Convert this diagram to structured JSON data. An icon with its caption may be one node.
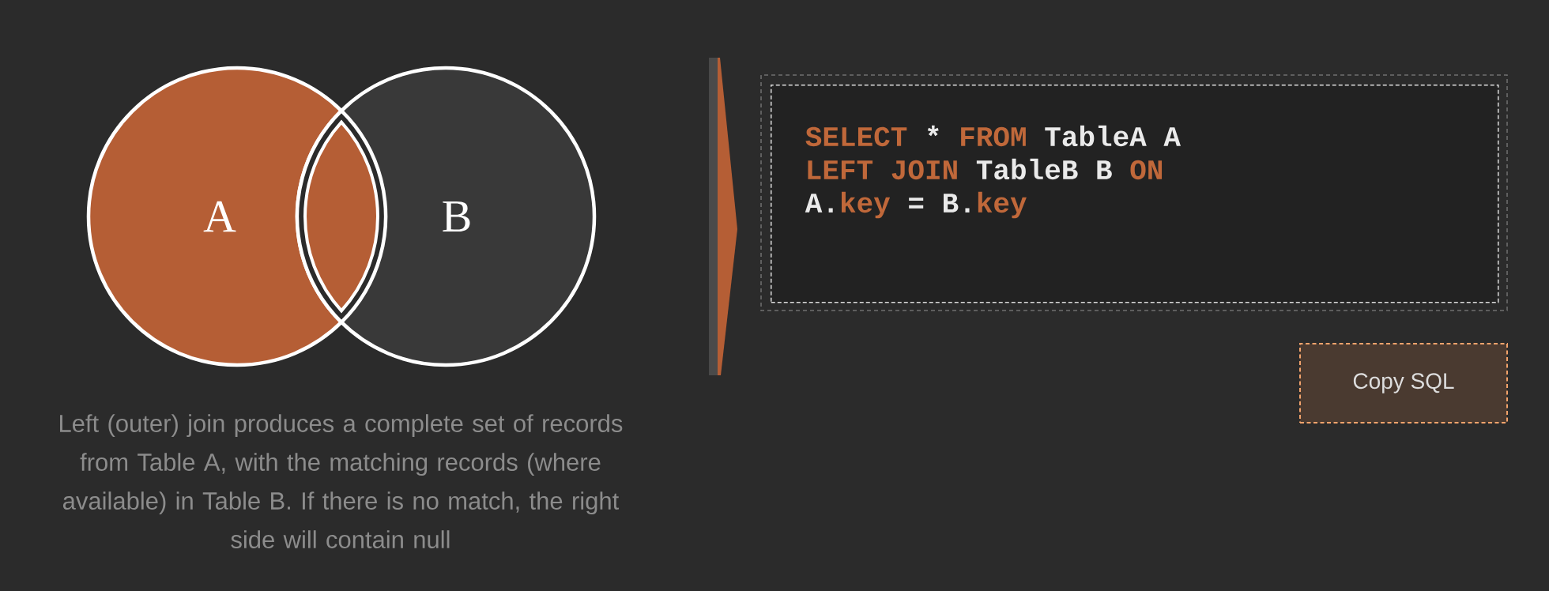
{
  "diagram": {
    "caption": "Left (outer) join produces a complete set of records from Table A, with the matching records (where available) in Table B. If there is no match, the right side will contain null",
    "nodes": [
      {
        "text": [
          "A"
        ]
      },
      {
        "text": [
          "B"
        ]
      },
      {
        "text": [
          "SELECT * FROM TableA A",
          "LEFT JOIN TableB B ON",
          "A.key = B.key"
        ]
      },
      {
        "text": [
          "Copy SQL"
        ]
      }
    ]
  }
}
